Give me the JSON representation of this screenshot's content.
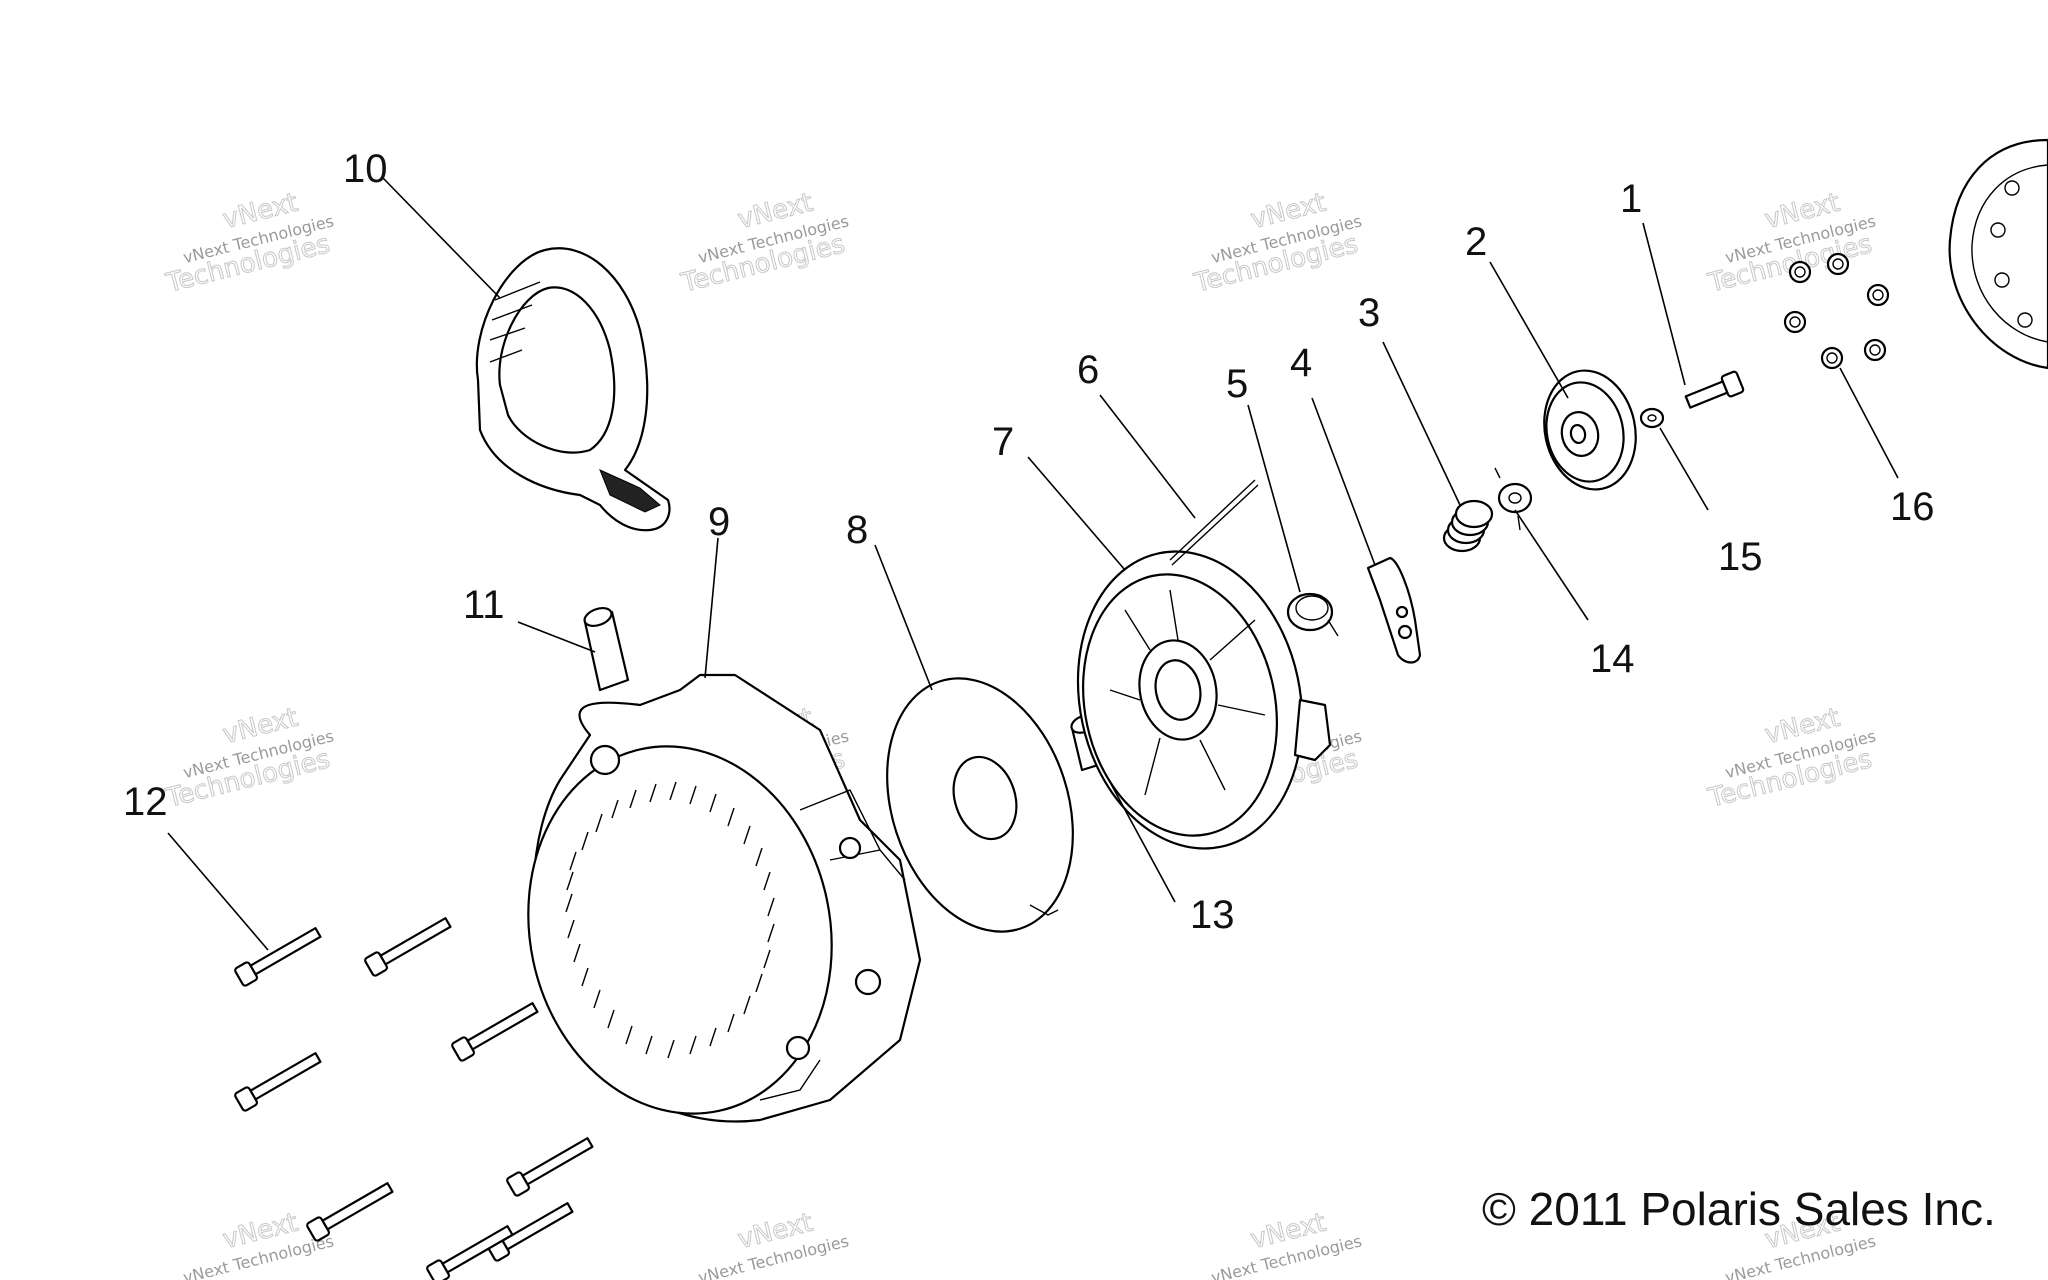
{
  "callouts": {
    "c1": "1",
    "c2": "2",
    "c3": "3",
    "c4": "4",
    "c5": "5",
    "c6": "6",
    "c7": "7",
    "c8": "8",
    "c9": "9",
    "c10": "10",
    "c11": "11",
    "c12": "12",
    "c13": "13",
    "c14": "14",
    "c15": "15",
    "c16": "16"
  },
  "watermark": {
    "line1": "vNext Technologies",
    "line2": "Technologies",
    "line3": "vNext"
  },
  "copyright": "© 2011 Polaris Sales Inc."
}
